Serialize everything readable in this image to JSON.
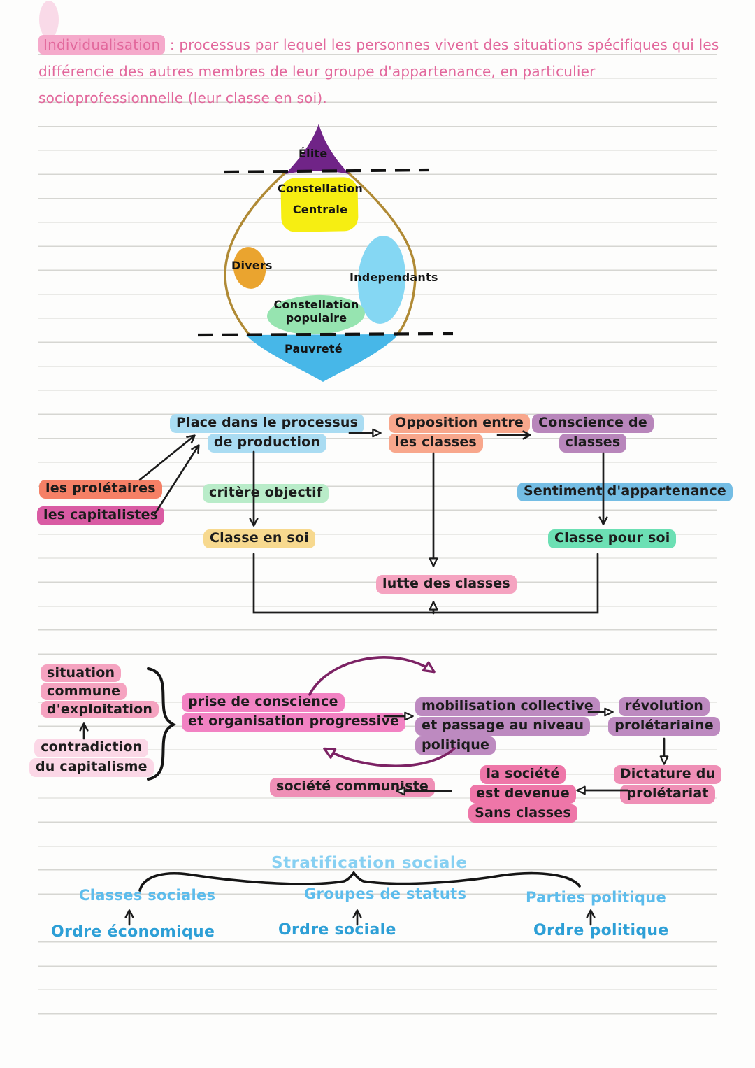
{
  "palette": {
    "ink": "#1c1c1c",
    "pink_text": "#e2689c",
    "hl_pink_def": "#f5aacb",
    "hl_blue_light": "#aadcf2",
    "hl_salmon": "#f8a78c",
    "hl_purple": "#b886bb",
    "hl_green_light": "#b9ecc9",
    "hl_yellow": "#f7d98f",
    "hl_blue_mid": "#74bde4",
    "hl_mint": "#6ce0b4",
    "hl_pink": "#f5a3c0",
    "hl_coral": "#f58066",
    "hl_magenta": "#d95ba3",
    "hl_pink_bright": "#f282c3",
    "hl_pink_pale": "#fbd7e6",
    "hl_mauve": "#bd8ac0",
    "hl_rose": "#ee76a8",
    "hl_pink_mid": "#ef8fb6",
    "magenta_arrow": "#7c2264",
    "toupie_outline": "#b08a35",
    "toupie_elite": "#702487",
    "toupie_yellow": "#f6ee12",
    "toupie_orange": "#eaa42f",
    "toupie_sky": "#85d7f3",
    "toupie_mint": "#96e4b0",
    "toupie_blue": "#47b7e8",
    "blue_text_light": "#5cbcec",
    "blue_text_dark": "#2d9fd6"
  },
  "definition": {
    "term": "Individualisation",
    "line1_rest": " : processus par lequel les personnes vivent des situations spécifiques qui les",
    "line2": "différencie des autres membres de leur groupe d'appartenance, en particulier",
    "line3": "socioprofessionnelle (leur classe en soi)."
  },
  "toupie": {
    "elite": "Élite",
    "constellation_centrale": {
      "l1": "Constellation",
      "l2": "Centrale"
    },
    "divers": "Divers",
    "independants": "Independants",
    "constellation_populaire": {
      "l1": "Constellation",
      "l2": "populaire"
    },
    "pauvrete": "Pauvreté"
  },
  "marx": {
    "place": {
      "l1": "Place dans le processus",
      "l2": "de production"
    },
    "opposition": {
      "l1": "Opposition entre",
      "l2": "les classes"
    },
    "conscience": {
      "l1": "Conscience de",
      "l2": "classes"
    },
    "proletaires": "les prolétaires",
    "capitalistes": "les capitalistes",
    "critere": "critère objectif",
    "classe_en_soi": "Classe en soi",
    "sentiment": "Sentiment d'appartenance",
    "classe_pour_soi": "Classe pour soi",
    "lutte": "lutte des classes"
  },
  "revolution": {
    "situation": {
      "l1": "situation",
      "l2": "commune",
      "l3": "d'exploitation"
    },
    "contradiction": {
      "l1": "contradiction",
      "l2": "du capitalisme"
    },
    "prise": {
      "l1": "prise de conscience",
      "l2": "et organisation progressive"
    },
    "mobilisation": {
      "l1": "mobilisation collective",
      "l2": "et passage au niveau",
      "l3": "politique"
    },
    "revolution_p": {
      "l1": "révolution",
      "l2": "prolétariaine"
    },
    "dictature": {
      "l1": "Dictature du",
      "l2": "prolétariat"
    },
    "societe": {
      "l1": "la société",
      "l2": "est devenue",
      "l3": "Sans classes"
    },
    "communiste": "société communiste"
  },
  "stratification": {
    "title": "Stratification sociale",
    "columns": [
      {
        "group": "Classes sociales",
        "ordre": "Ordre économique"
      },
      {
        "group": "Groupes de statuts",
        "ordre": "Ordre sociale"
      },
      {
        "group": "Parties politique",
        "ordre": "Ordre politique"
      }
    ]
  }
}
